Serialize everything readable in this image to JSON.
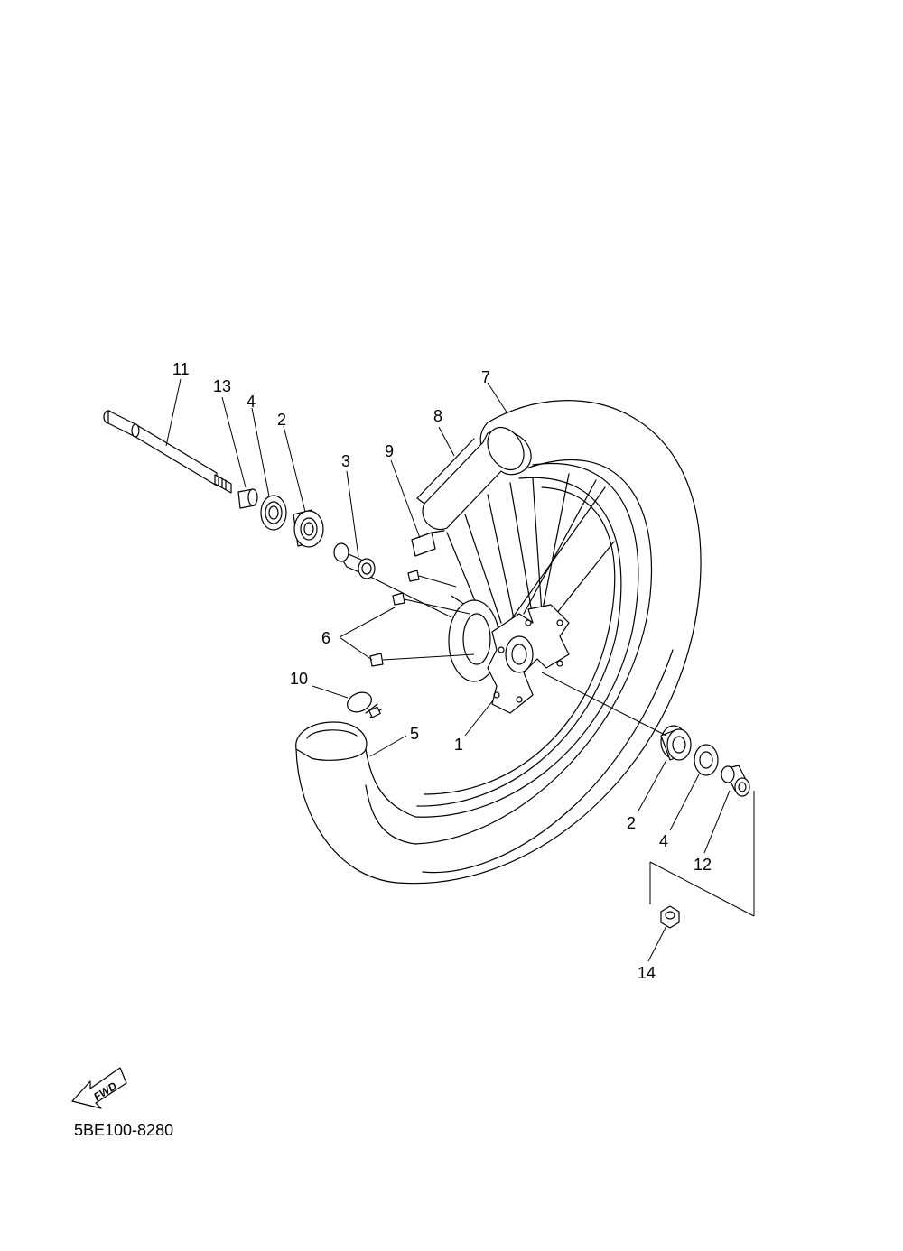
{
  "diagram": {
    "code": "5BE100-8280",
    "direction_tag": "FWD",
    "callouts": [
      "11",
      "13",
      "4",
      "2",
      "3",
      "9",
      "8",
      "7",
      "6",
      "10",
      "5",
      "1",
      "2",
      "4",
      "12",
      "14"
    ]
  }
}
